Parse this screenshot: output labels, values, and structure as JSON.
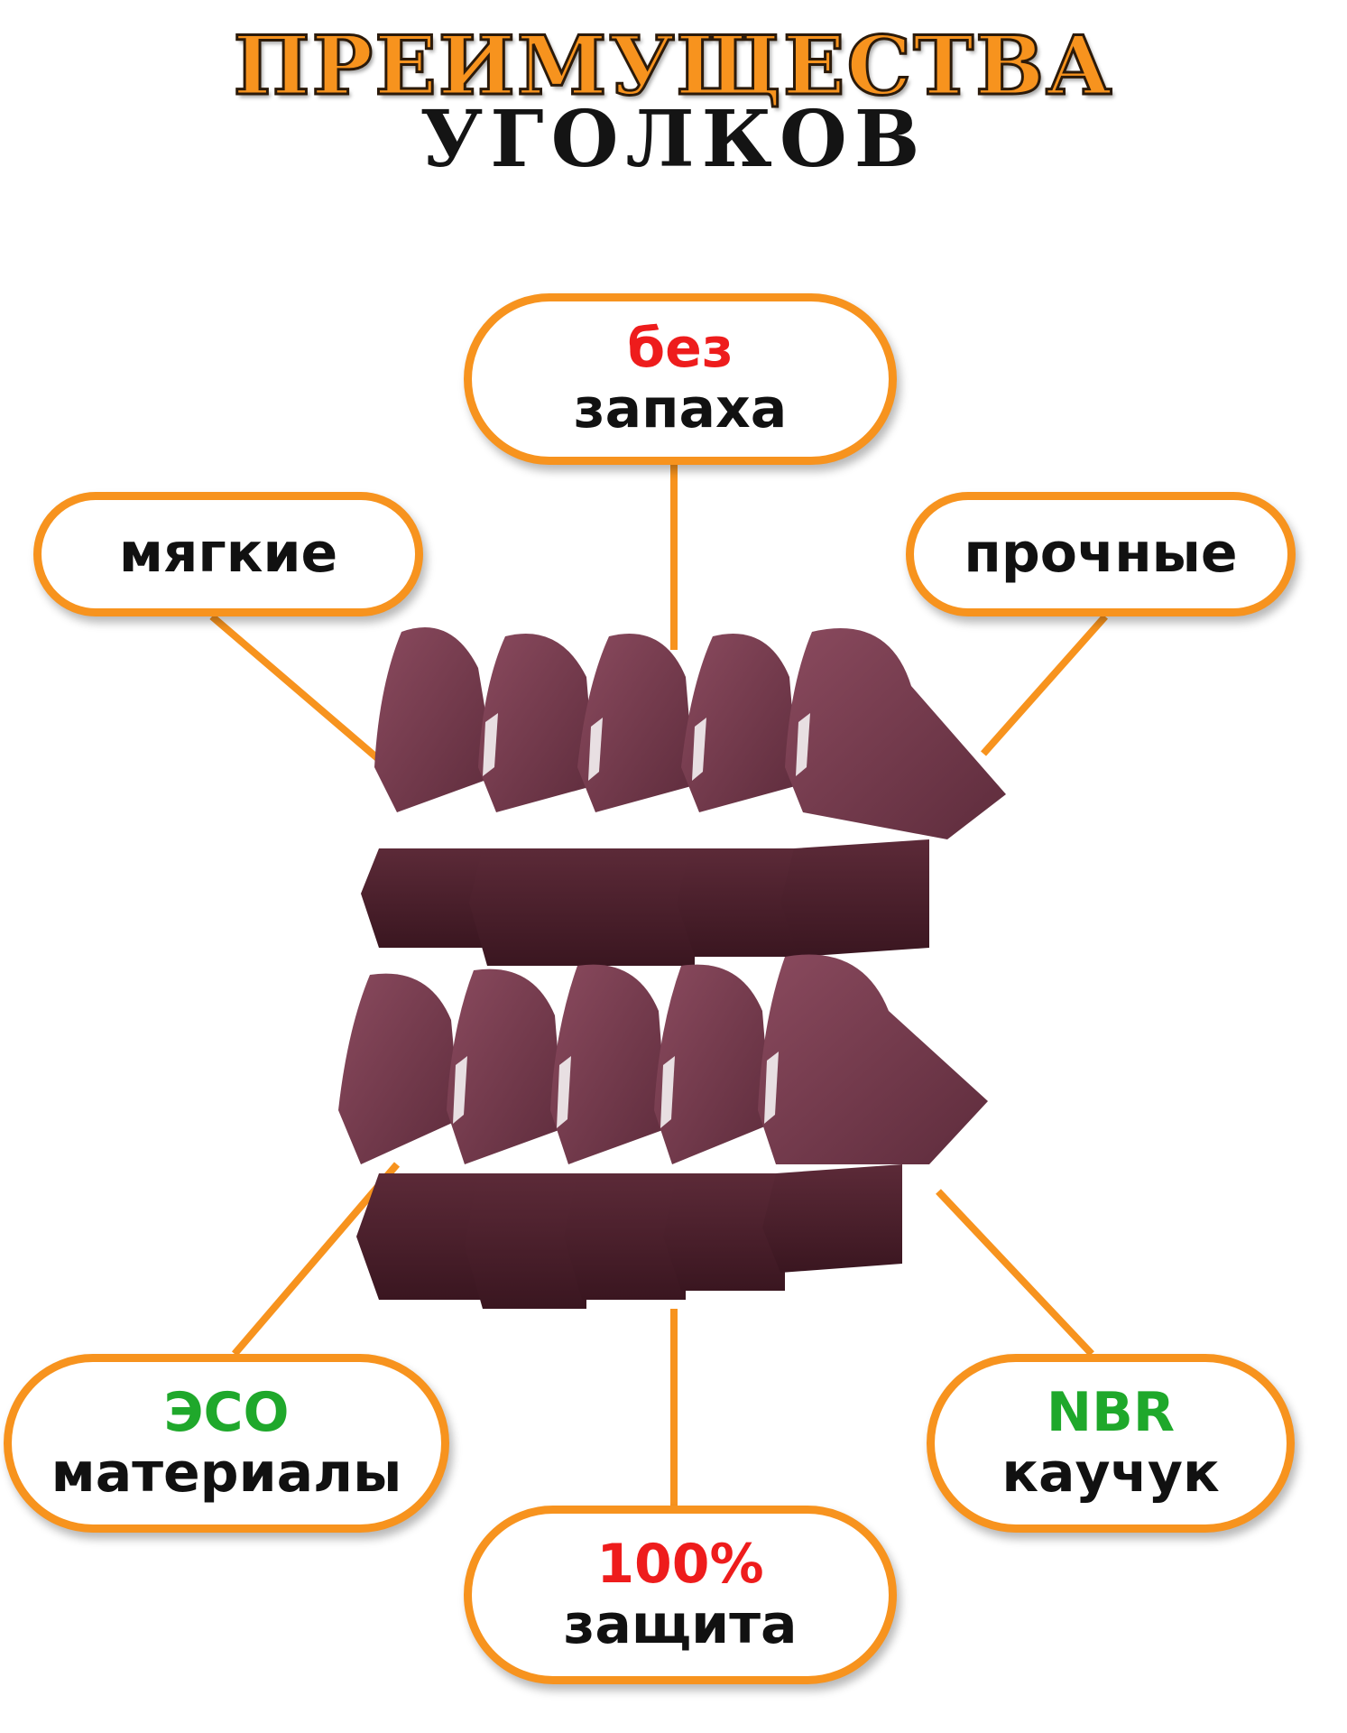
{
  "title": {
    "line1": "ПРЕИМУЩЕСТВА",
    "line2": "УГОЛКОВ"
  },
  "bubbles": {
    "top": {
      "line1": "без",
      "line2": "запаха"
    },
    "left": {
      "line1": "мягкие"
    },
    "right": {
      "line1": "прочные"
    },
    "bottom_left": {
      "line1": "ЭСО",
      "line2": "материалы"
    },
    "bottom_right": {
      "line1": "NBR",
      "line2": "каучук"
    },
    "bottom": {
      "line1": "100%",
      "line2": "защита"
    }
  },
  "colors": {
    "accent_orange": "#f7931e",
    "highlight_red": "#ee1c1c",
    "highlight_green": "#1fa82b",
    "product_brown": "#4a1f2c"
  },
  "product_image": "brown-foam-corner-guards-stack"
}
